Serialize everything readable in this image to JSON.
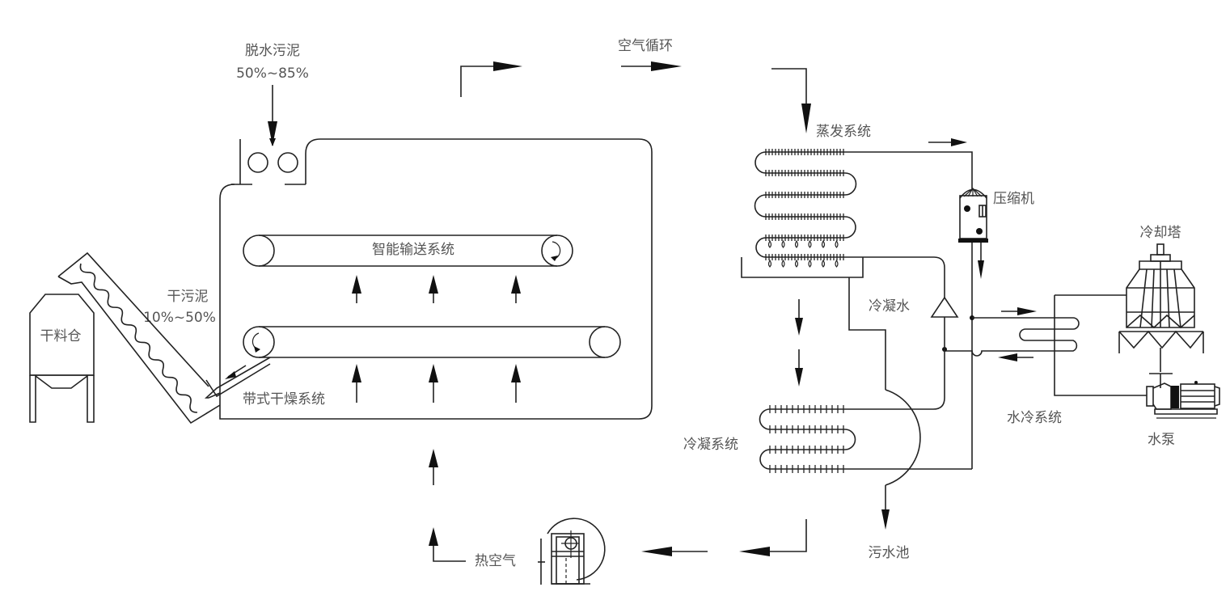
{
  "labels": {
    "dewatered_sludge": "脱水污泥",
    "dewatered_sludge_pct": "50%~85%",
    "air_circulation": "空气循环",
    "evaporation_system": "蒸发系统",
    "compressor": "压缩机",
    "cooling_tower": "冷却塔",
    "condensate_water": "冷凝水",
    "water_cooling_system": "水冷系统",
    "water_pump": "水泵",
    "condensing_system": "冷凝系统",
    "sewage_pool": "污水池",
    "hot_air": "热空气",
    "smart_conveying_system": "智能输送系统",
    "belt_drying_system": "带式干燥系统",
    "dry_sludge": "干污泥",
    "dry_sludge_pct": "10%~50%",
    "dry_material_silo": "干料仓"
  }
}
